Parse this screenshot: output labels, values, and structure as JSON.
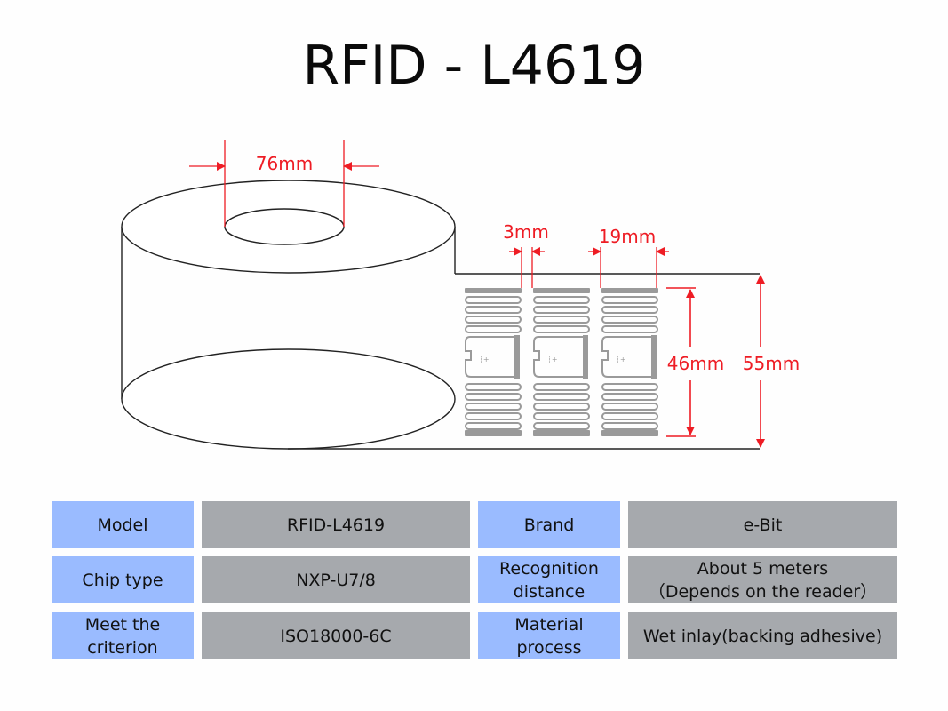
{
  "title": "RFID - L4619",
  "diagram": {
    "core_diameter": "76mm",
    "gap": "3mm",
    "label_width": "19mm",
    "inlay_height": "46mm",
    "liner_width": "55mm",
    "inlay_count": 3,
    "colors": {
      "dimension": "#ee1c24",
      "outline": "#222222",
      "antenna": "#9a9a9a"
    }
  },
  "specs": {
    "colors": {
      "key_bg": "#9abbff",
      "value_bg": "#a6a9ad"
    },
    "rows": [
      {
        "key1": "Model",
        "val1": "RFID-L4619",
        "key2": "Brand",
        "val2": "e-Bit"
      },
      {
        "key1": "Chip type",
        "val1": "NXP-U7/8",
        "key2": "Recognition\ndistance",
        "val2": "About 5 meters\n（Depends on the reader）"
      },
      {
        "key1": "Meet the\ncriterion",
        "val1": "ISO18000-6C",
        "key2": "Material\nprocess",
        "val2": "Wet inlay(backing adhesive)"
      }
    ]
  }
}
